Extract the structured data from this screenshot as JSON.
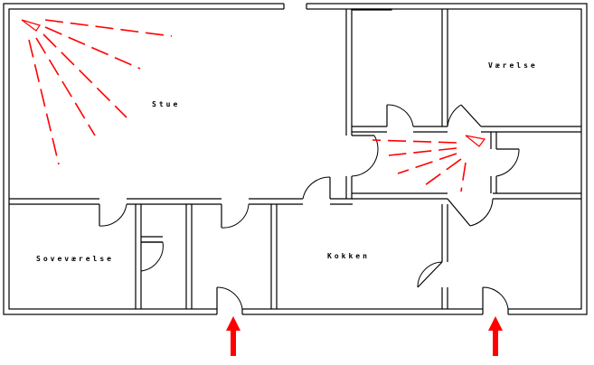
{
  "rooms": {
    "stue": "Stue",
    "vaerelse": "Værelse",
    "sovevaerelse": "Soveværelse",
    "kokken": "Kokken"
  },
  "colors": {
    "wall": "#000000",
    "light": "#ff0000",
    "entrance_arrow": "#ff0000",
    "background": "#ffffff"
  },
  "icons": {
    "lamp_stue": "lamp-icon",
    "lamp_hall": "lamp-icon",
    "entrance_left": "arrow-up-icon",
    "entrance_right": "arrow-up-icon"
  }
}
